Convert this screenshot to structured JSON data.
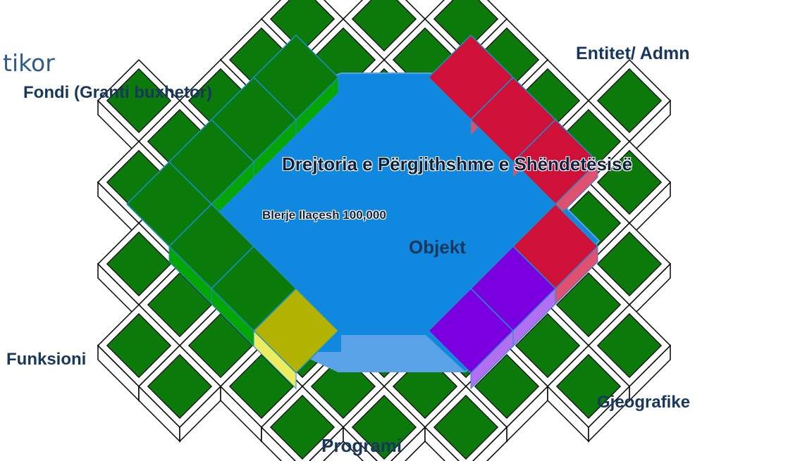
{
  "title_partial": "tikor",
  "labels": {
    "fondi": "Fondi (Granti buxhetor)",
    "entitet": "Entitet/ Admn",
    "funksioni": "Funksioni",
    "gjeografike": "Gjeografike",
    "programi": "Programi",
    "drejtoria": "Drejtoria e Përgjithshme e Shëndetësisë",
    "blerje": "Blerje Ilaçesh 100,000",
    "objekt": "Objekt"
  },
  "colors": {
    "center": "#1188e0",
    "center_edge": "#5aa2e8",
    "grid_fill": "#0b7a0b",
    "fund_top": "#0a7a0a",
    "fund_side": "#05a505",
    "entity_top": "#cf1038",
    "entity_side": "#e05070",
    "geo_top": "#7a00e0",
    "geo_side": "#b070f0",
    "func_top": "#b2b200",
    "func_side": "#ecec60"
  },
  "dimensions": [
    "Fondi (Granti buxhetor)",
    "Entitet/ Admn",
    "Gjeografike",
    "Programi",
    "Funksioni"
  ]
}
